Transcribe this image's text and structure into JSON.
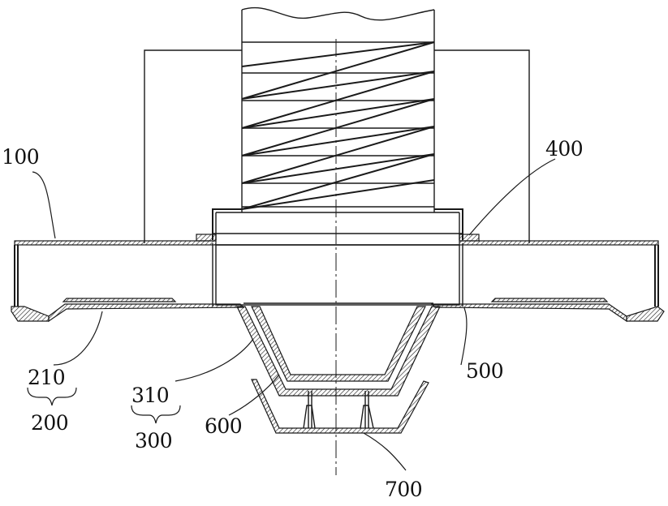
{
  "labels": {
    "l100": "100",
    "l400": "400",
    "l210": "210",
    "l200": "200",
    "l310": "310",
    "l300": "300",
    "l500": "500",
    "l600": "600",
    "l700": "700"
  }
}
